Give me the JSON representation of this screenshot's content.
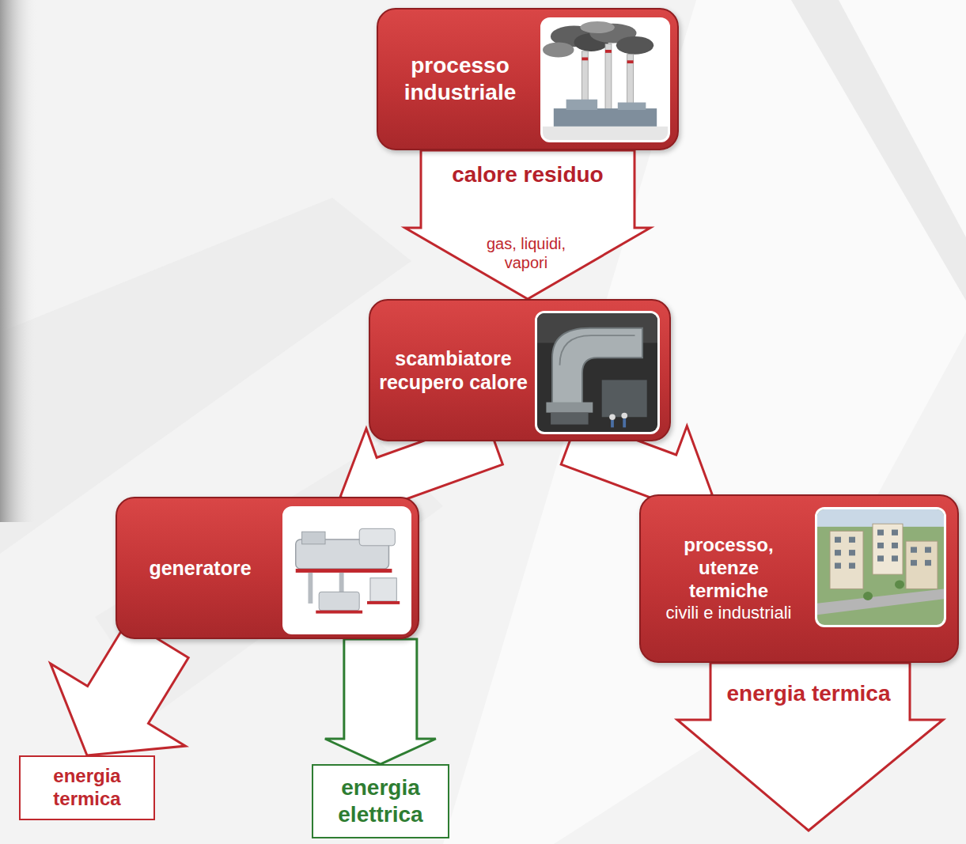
{
  "diagram": {
    "nodes": [
      {
        "text": [
          "processo industriale"
        ]
      },
      {
        "text": [
          "scambiatore recupero calore"
        ]
      },
      {
        "text": [
          "generatore"
        ]
      },
      {
        "text": [
          "processo, utenze termiche",
          "civili e industriali"
        ]
      },
      {
        "text": [
          "energia termica"
        ]
      },
      {
        "text": [
          "energia elettrica"
        ]
      }
    ],
    "edges": [
      {
        "from": 0,
        "to": 1,
        "label": "calore residuo",
        "arrow": "to"
      },
      {
        "from": 1,
        "to": 2,
        "arrow": "to"
      },
      {
        "from": 1,
        "to": 3,
        "arrow": "to"
      },
      {
        "from": 2,
        "to": 4,
        "arrow": "to"
      },
      {
        "from": 2,
        "to": 5,
        "arrow": "to"
      }
    ],
    "labels": [
      "gas, liquidi, vapori",
      "energia termica"
    ]
  }
}
